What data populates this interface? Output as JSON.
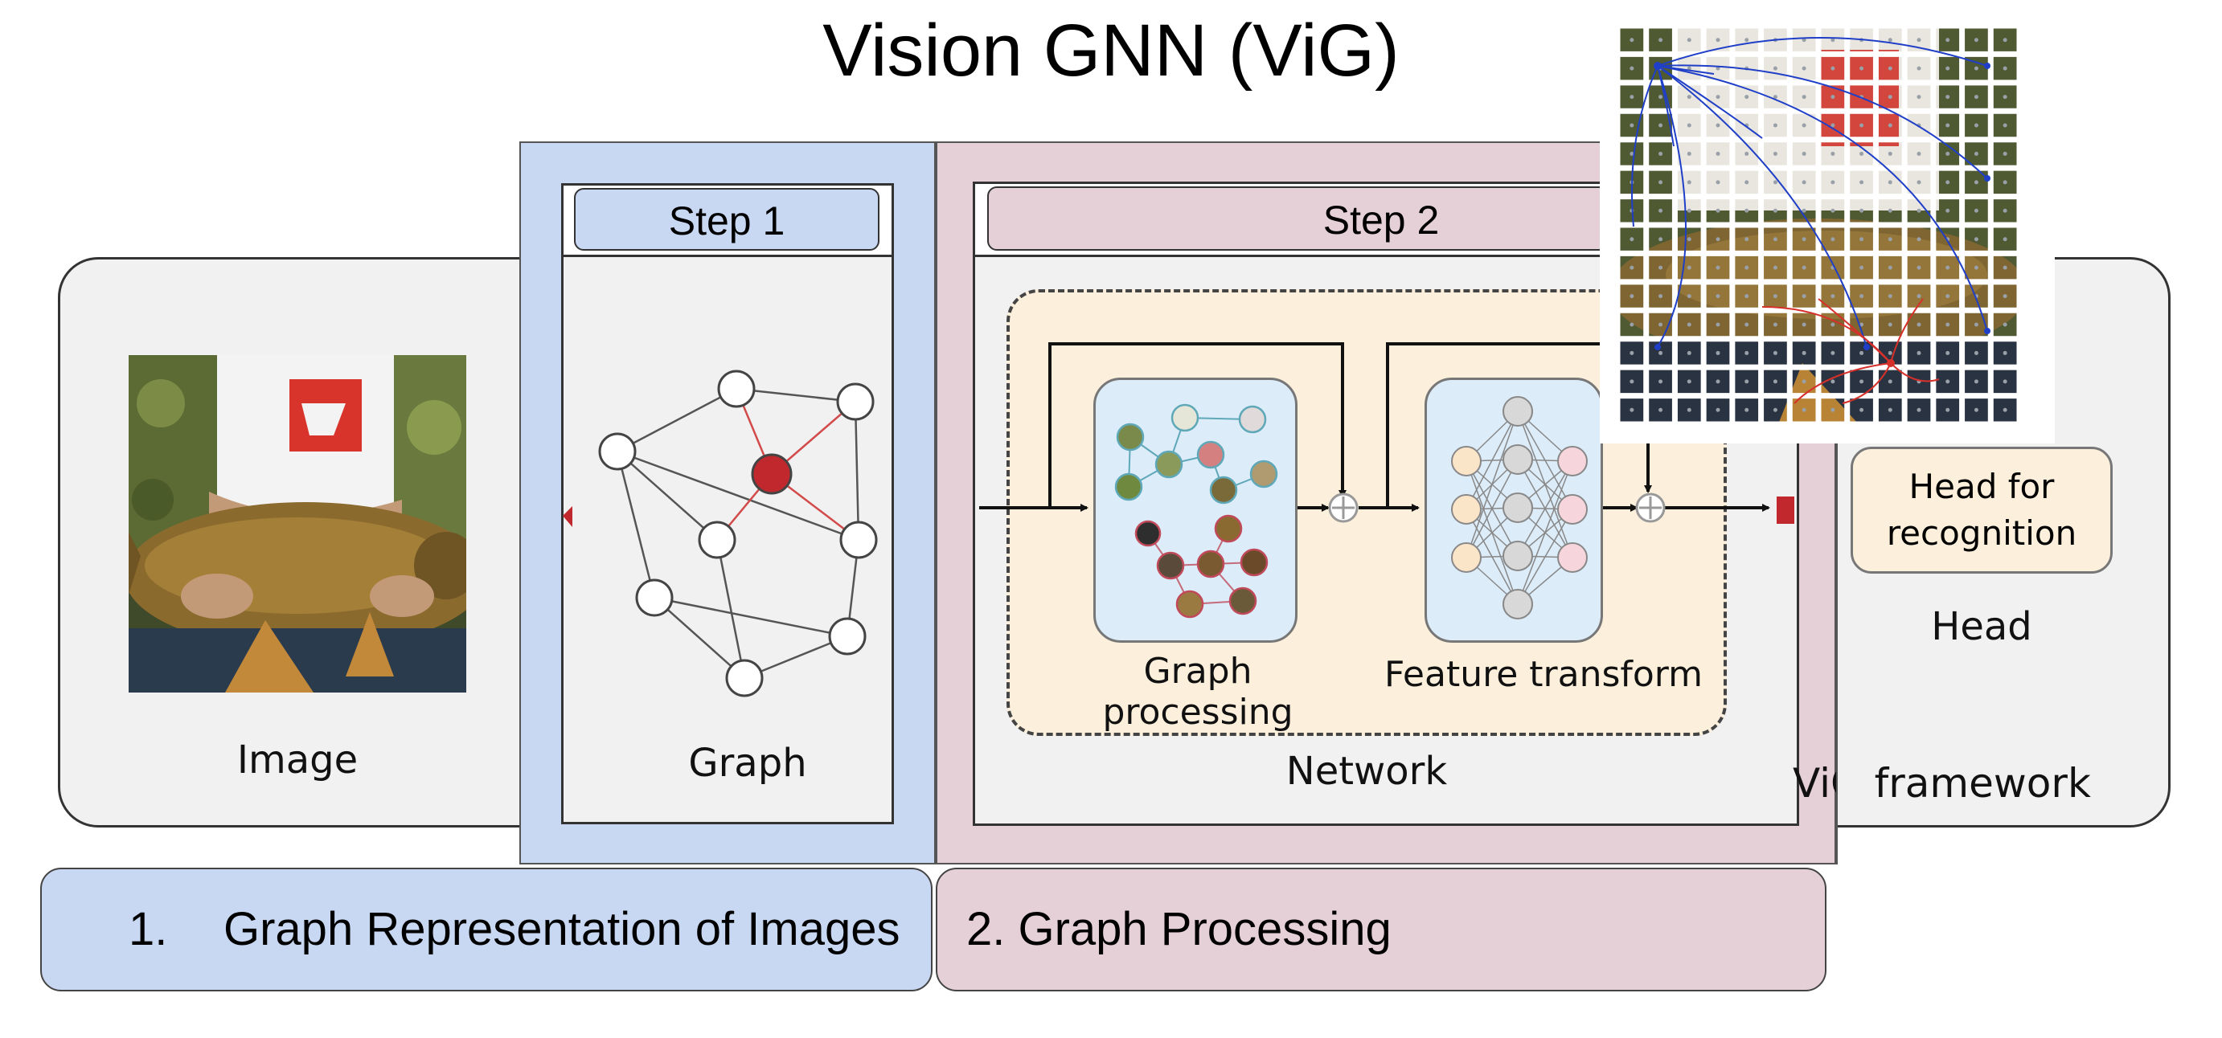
{
  "title": "Vision GNN (ViG)",
  "image_caption": "Image",
  "step1": {
    "label": "Step 1",
    "caption": "Graph"
  },
  "step2": {
    "label": "Step 2",
    "caption": "Network"
  },
  "network": {
    "graph_processing_label": "Graph processing",
    "feature_transform_label": "Feature transform"
  },
  "head": {
    "box_line1": "Head for",
    "box_line2": "recognition",
    "caption": "Head"
  },
  "framework_caption": "ViG framework",
  "bottom": {
    "part1_number": "1.",
    "part1_text": "Graph Representation of Images",
    "part2_text": "2. Graph Processing"
  },
  "colors": {
    "step1_blue": "#c9d8f2",
    "step2_pink": "#e6d0d8",
    "network_cream": "#fcf0dc",
    "module_blue": "#dcecf9",
    "highlight_red": "#c0282d",
    "edge_blue": "#1f3fc8"
  }
}
